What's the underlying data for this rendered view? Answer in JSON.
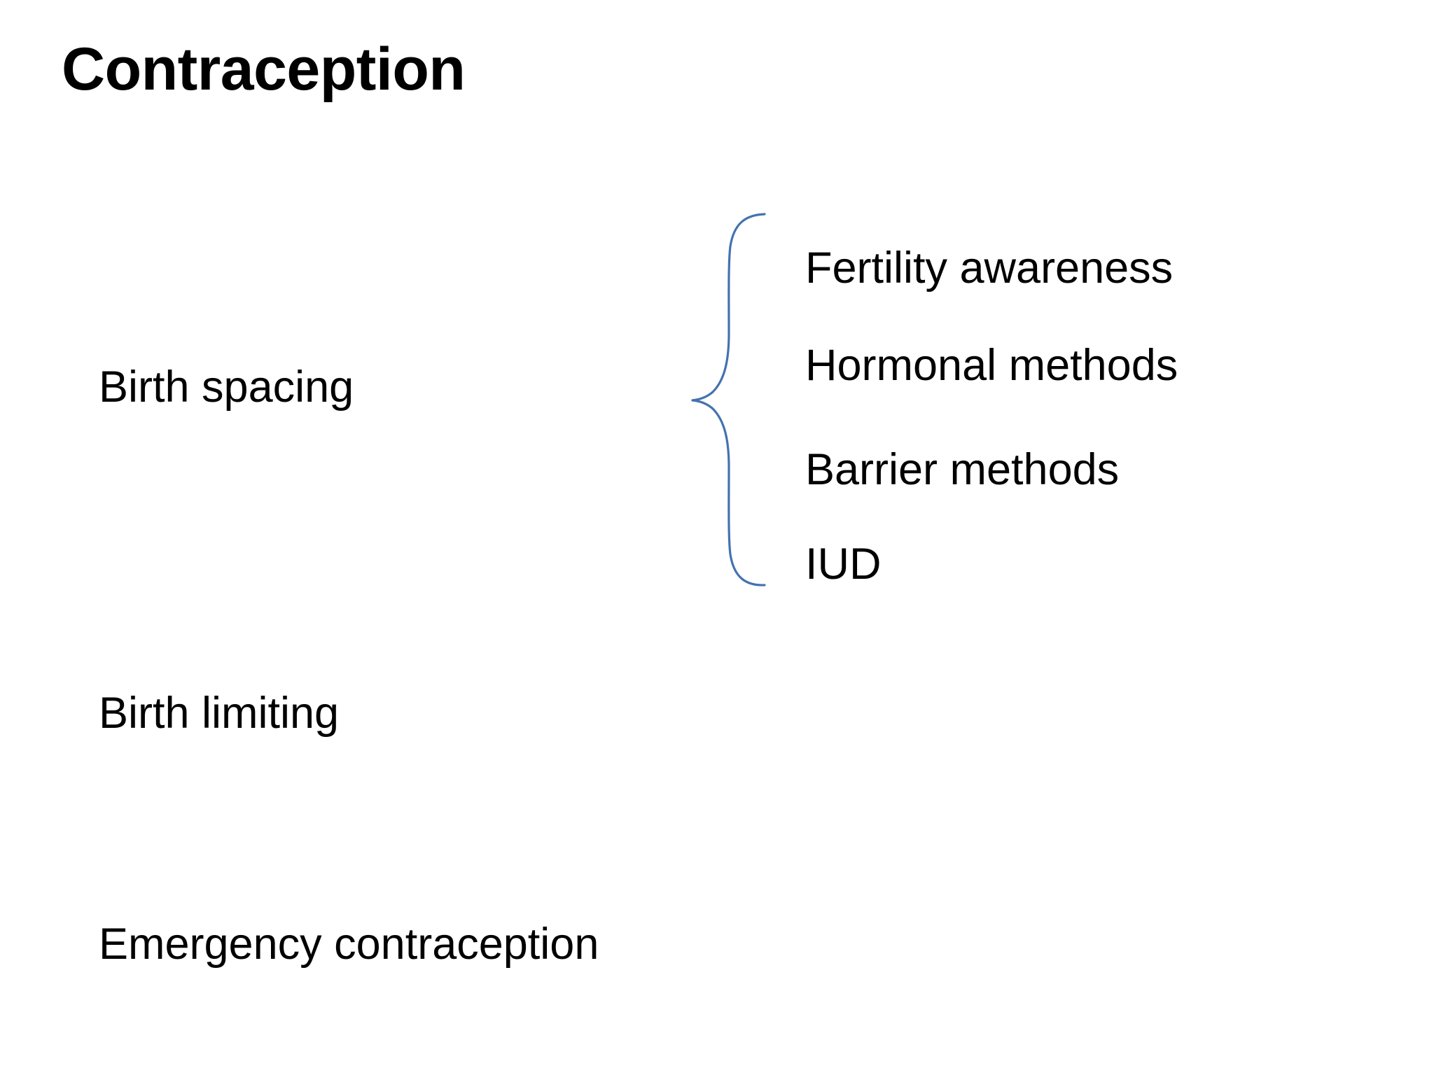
{
  "slide": {
    "title": "Contraception",
    "background_color": "#FFFFFF",
    "text_color": "#000000",
    "brace_color": "#4472B0"
  },
  "categories": [
    {
      "label": "Birth spacing"
    },
    {
      "label": "Birth limiting"
    },
    {
      "label": "Emergency contraception"
    }
  ],
  "methods": {
    "belongs_to": "Birth spacing",
    "items": [
      {
        "label": "Fertility awareness"
      },
      {
        "label": "Hormonal methods"
      },
      {
        "label": "Barrier methods"
      },
      {
        "label": "IUD"
      }
    ]
  },
  "brace": {
    "name": "left-curly-brace",
    "orientation": "points-left",
    "color": "#4472B0"
  }
}
